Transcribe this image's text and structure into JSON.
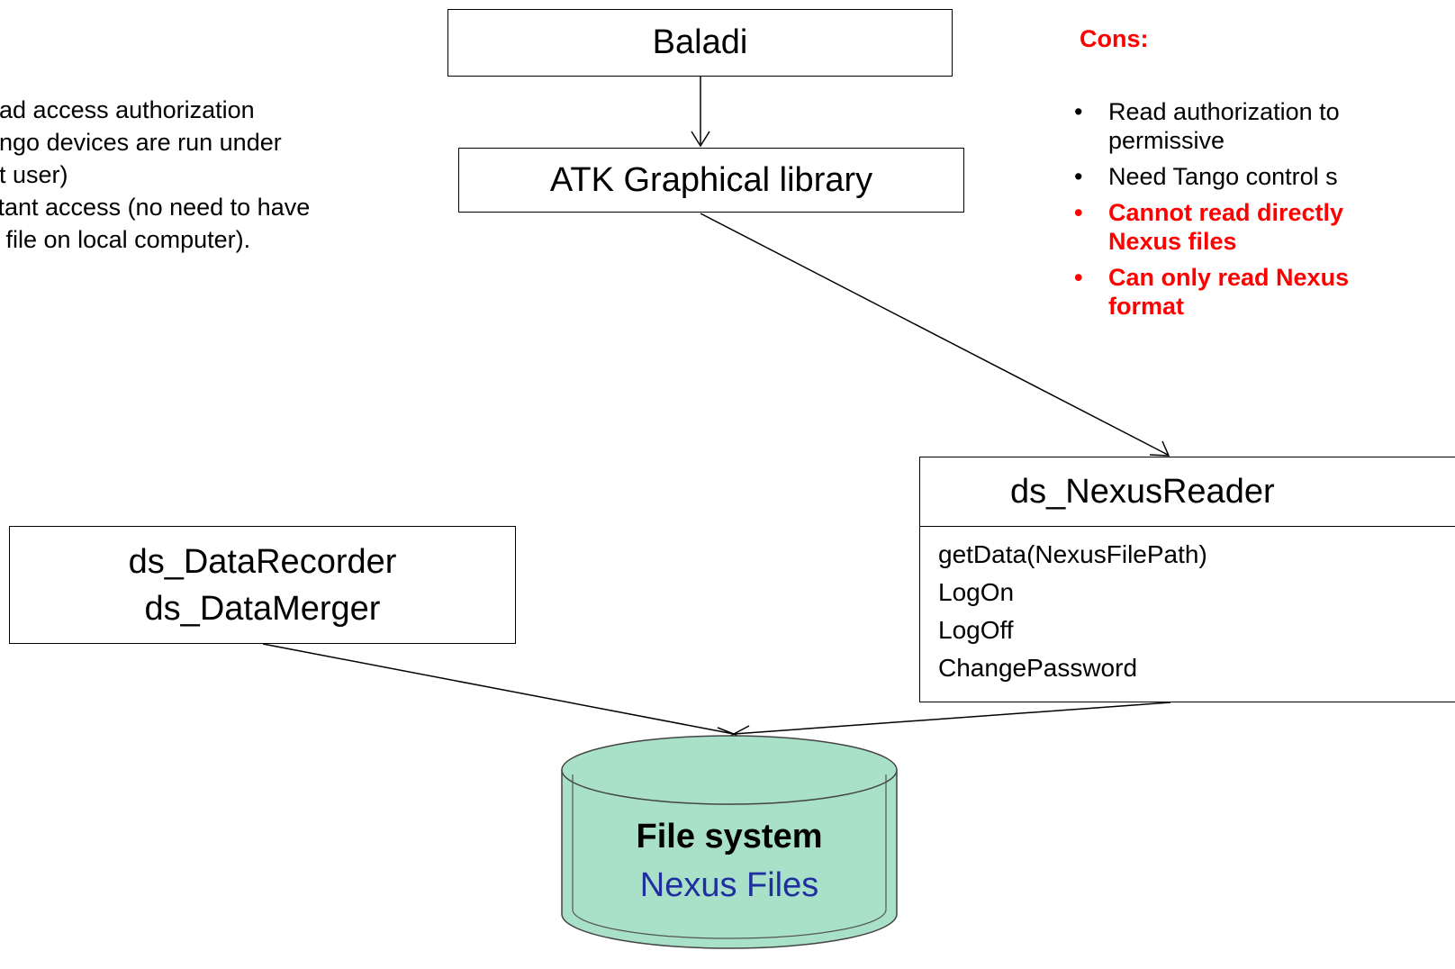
{
  "pros": {
    "lines": [
      "ead access authorization",
      "ango devices are run under",
      "ot user)",
      "stant access (no need to have",
      "e file on local computer)."
    ]
  },
  "cons": {
    "title": "Cons:",
    "items": [
      {
        "text": "Read authorization to",
        "cont": "permissive",
        "emphasis": false
      },
      {
        "text": "Need Tango control s",
        "cont": "",
        "emphasis": false
      },
      {
        "text": "Cannot read directly",
        "cont": "Nexus files",
        "emphasis": true
      },
      {
        "text": "Can only read Nexus",
        "cont": "format",
        "emphasis": true
      }
    ],
    "bullet": "•",
    "color": "#ff0000"
  },
  "nodes": {
    "baladi": "Baladi",
    "atk": "ATK Graphical library",
    "recorder_line1": "ds_DataRecorder",
    "recorder_line2": "ds_DataMerger",
    "nexusreader_title": "ds_NexusReader",
    "nexusreader_methods": [
      "getData(NexusFilePath)",
      "LogOn",
      "LogOff",
      "ChangePassword"
    ],
    "filesystem_title": "File system",
    "filesystem_sub": "Nexus Files"
  },
  "colors": {
    "cylinder_fill": "#a8e0c8",
    "filesystem_sub_text": "#1f2fa0"
  }
}
